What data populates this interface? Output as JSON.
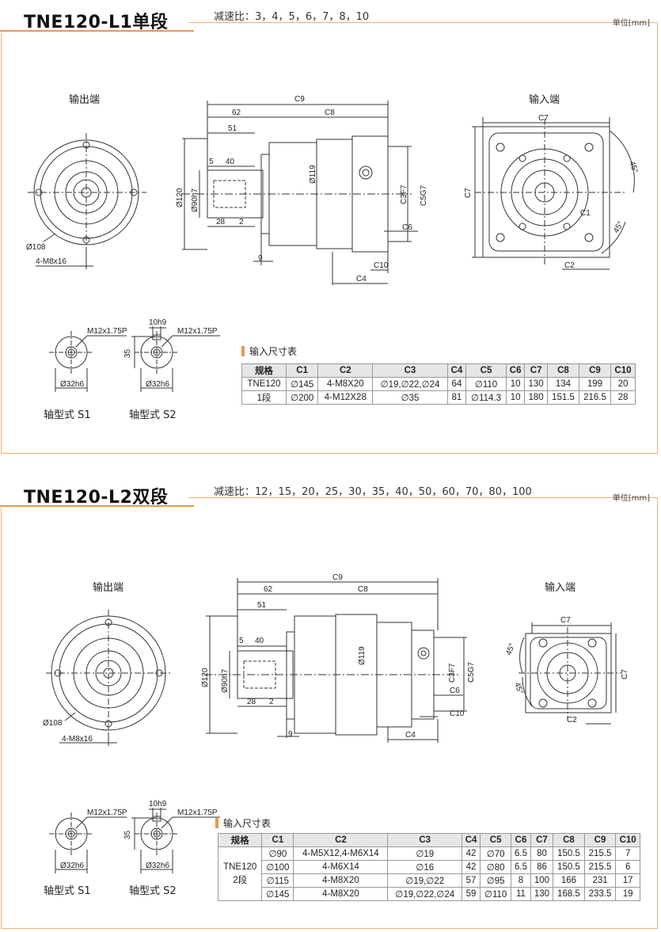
{
  "sec1": {
    "title": "TNE120-L1单段",
    "ratio": "减速比：3，4，5，6，7，8，10",
    "unit": "单位[mm]",
    "output_label": "输出端",
    "input_label": "输入端",
    "dims": {
      "c9": "C9",
      "c8": "C8",
      "d62": "62",
      "d51": "51",
      "d5": "5",
      "d40": "40",
      "d28": "28",
      "d2": "2",
      "d9": "9",
      "d120": "Ø120",
      "d90": "Ø90h7",
      "d119": "Ø119",
      "c3": "C3F7",
      "c5": "C5G7",
      "c6": "C6",
      "c10": "C10",
      "c4": "C4",
      "c7": "C7",
      "c1": "C1",
      "c2": "C2",
      "a45a": "45°",
      "a45b": "45°",
      "d108": "Ø108",
      "m8": "4-M8x16"
    },
    "s1": {
      "thread": "M12x1.75P",
      "dia": "Ø32h6",
      "label": "轴型式 S1"
    },
    "s2": {
      "key": "10h9",
      "thread": "M12x1.75P",
      "h": "35",
      "dia": "Ø32h6",
      "label": "轴型式 S2"
    },
    "table_title": "输入尺寸表",
    "headers": [
      "规格",
      "C1",
      "C2",
      "C3",
      "C4",
      "C5",
      "C6",
      "C7",
      "C8",
      "C9",
      "C10"
    ],
    "model": "TNE120",
    "stage": "1段",
    "rows": [
      [
        "∅145",
        "4-M8X20",
        "∅19,∅22,∅24",
        "64",
        "∅110",
        "10",
        "130",
        "134",
        "199",
        "20"
      ],
      [
        "∅200",
        "4-M12X28",
        "∅35",
        "81",
        "∅114.3",
        "10",
        "180",
        "151.5",
        "216.5",
        "28"
      ]
    ]
  },
  "sec2": {
    "title": "TNE120-L2双段",
    "ratio": "减速比：12，15，20，25，30，35，40，50，60，70，80，100",
    "unit": "单位[mm]",
    "output_label": "输出端",
    "input_label": "输入端",
    "dims": {
      "c9": "C9",
      "c8": "C8",
      "d62": "62",
      "d51": "51",
      "d5": "5",
      "d40": "40",
      "d28": "28",
      "d2": "2",
      "d9": "9",
      "d120": "Ø120",
      "d90": "Ø90h7",
      "d119": "Ø119",
      "c3": "C3F7",
      "c5": "C5G7",
      "c6": "C6",
      "c10": "C10",
      "c4": "C4",
      "c7a": "C7",
      "c7b": "C7",
      "c2": "C2",
      "a45a": "45°",
      "a45b": "45°",
      "d108": "Ø108",
      "m8": "4-M8x16"
    },
    "s1": {
      "thread": "M12x1.75P",
      "dia": "Ø32h6",
      "label": "轴型式 S1"
    },
    "s2": {
      "key": "10h9",
      "thread": "M12x1.75P",
      "h": "35",
      "dia": "Ø32h6",
      "label": "轴型式 S2"
    },
    "table_title": "输入尺寸表",
    "headers": [
      "规格",
      "C1",
      "C2",
      "C3",
      "C4",
      "C5",
      "C6",
      "C7",
      "C8",
      "C9",
      "C10"
    ],
    "model": "TNE120",
    "stage": "2段",
    "rows": [
      [
        "∅90",
        "4-M5X12,4-M6X14",
        "∅19",
        "42",
        "∅70",
        "6.5",
        "80",
        "150.5",
        "215.5",
        "7"
      ],
      [
        "∅100",
        "4-M6X14",
        "∅16",
        "42",
        "∅80",
        "6.5",
        "86",
        "150.5",
        "215.5",
        "6"
      ],
      [
        "∅115",
        "4-M8X20",
        "∅19,∅22",
        "57",
        "∅95",
        "8",
        "100",
        "166",
        "231",
        "17"
      ],
      [
        "∅145",
        "4-M8X20",
        "∅19,∅22,∅24",
        "59",
        "∅110",
        "11",
        "130",
        "168.5",
        "233.5",
        "19"
      ]
    ]
  }
}
